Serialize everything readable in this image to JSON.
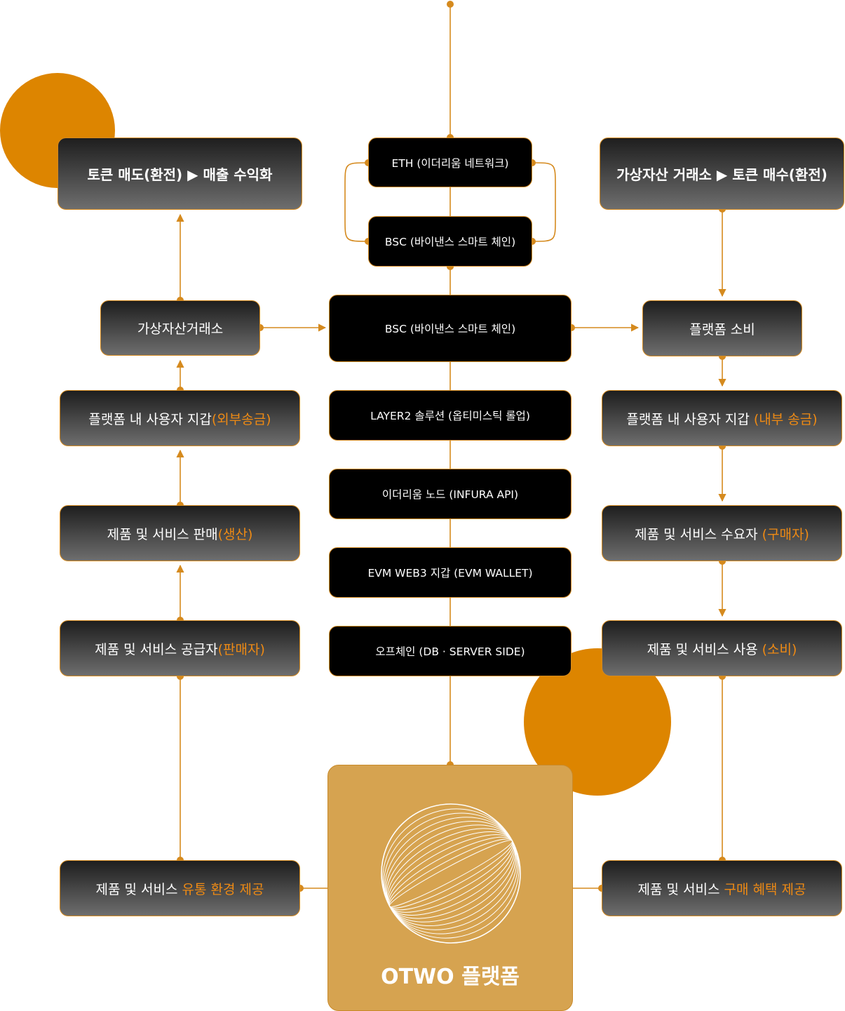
{
  "colors": {
    "accent": "#dd8500",
    "line": "#d58a1e",
    "highlight": "#ee8a14",
    "platform": "#d6a350"
  },
  "left": {
    "top": {
      "text": "토큰 매도(환전) ▶ 매출 수익화"
    },
    "exchange": {
      "text": "가상자산거래소"
    },
    "wallet": {
      "text": "플랫폼 내 사용자 지갑",
      "highlight": "(외부송금)"
    },
    "sales": {
      "text": "제품 및 서비스 판매",
      "highlight": "(생산)"
    },
    "supplier": {
      "text": "제품 및 서비스 공급자",
      "highlight": "(판매자)"
    },
    "distribution": {
      "text": "제품 및 서비스 ",
      "highlight": "유통 환경 제공"
    }
  },
  "center": {
    "eth": {
      "text": "ETH (이더리움 네트워크)"
    },
    "bsc_small": {
      "text": "BSC (바이낸스 스마트 체인)"
    },
    "bsc_main": {
      "text": "BSC (바이낸스 스마트 체인)"
    },
    "layer2": {
      "text": "LAYER2 솔루션 (옵티미스틱 롤업)"
    },
    "node": {
      "text": "이더리움 노드 (INFURA API)"
    },
    "evm": {
      "text": "EVM WEB3 지갑 (EVM WALLET)"
    },
    "offchain": {
      "text": "오프체인 (DB · SERVER SIDE)"
    },
    "platform": {
      "title": "OTWO 플랫폼"
    }
  },
  "right": {
    "top": {
      "text": "가상자산 거래소 ▶ 토큰 매수(환전)"
    },
    "consume": {
      "text": "플랫폼 소비"
    },
    "wallet": {
      "text": "플랫폼 내 사용자 지갑 ",
      "highlight": "(내부 송금)"
    },
    "buyer": {
      "text": "제품 및 서비스 수요자 ",
      "highlight": "(구매자)"
    },
    "use": {
      "text": "제품 및 서비스 사용 ",
      "highlight": "(소비)"
    },
    "benefit": {
      "text": "제품 및 서비스 ",
      "highlight": "구매 혜택 제공"
    }
  }
}
